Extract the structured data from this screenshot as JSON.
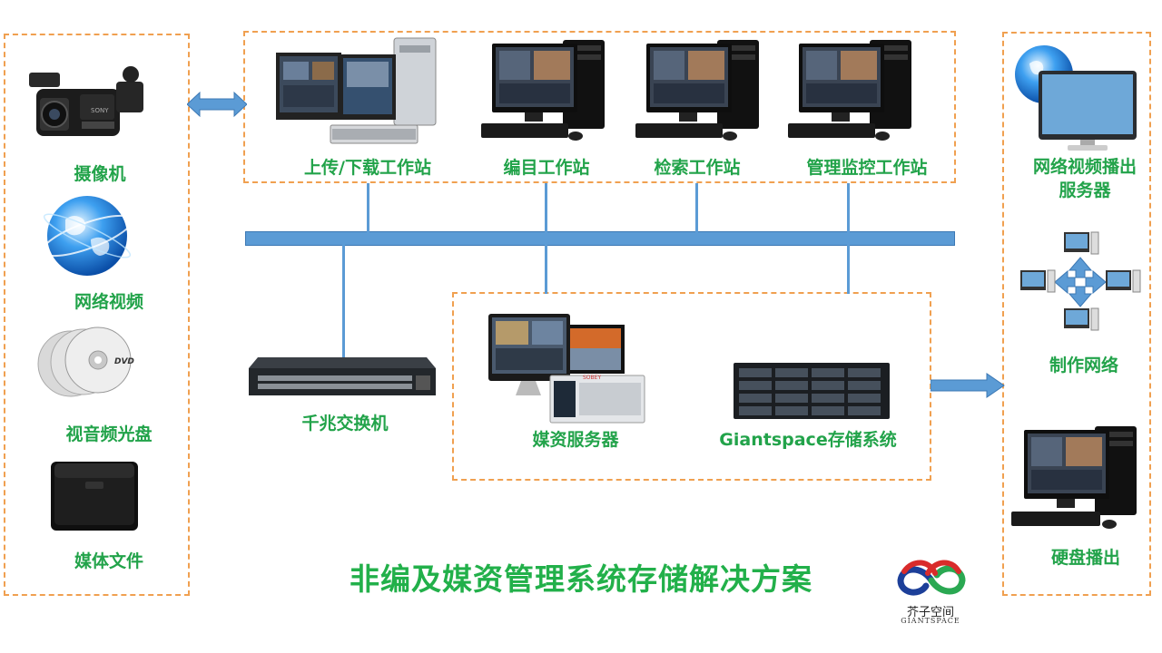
{
  "left_sources": {
    "camera": "摄像机",
    "web_video": "网络视频",
    "av_disc": "视音频光盘",
    "media_files": "媒体文件"
  },
  "workstations": {
    "upload_download": "上传/下载工作站",
    "cataloging": "编目工作站",
    "search": "检索工作站",
    "management": "管理监控工作站"
  },
  "infrastructure": {
    "switch": "千兆交换机",
    "media_server": "媒资服务器",
    "storage": "Giantspace存储系统"
  },
  "outputs": {
    "web_streaming_1": "网络视频播出",
    "web_streaming_2": "服务器",
    "production_network": "制作网络",
    "disk_playout": "硬盘播出"
  },
  "title": "非编及媒资管理系统存储解决方案",
  "logo": {
    "chinese": "芥子空间",
    "english": "GIANTSPACE"
  },
  "colors": {
    "label_green": "#22a34a",
    "dash_orange": "#f0a050",
    "connector_blue": "#5b9bd5"
  }
}
